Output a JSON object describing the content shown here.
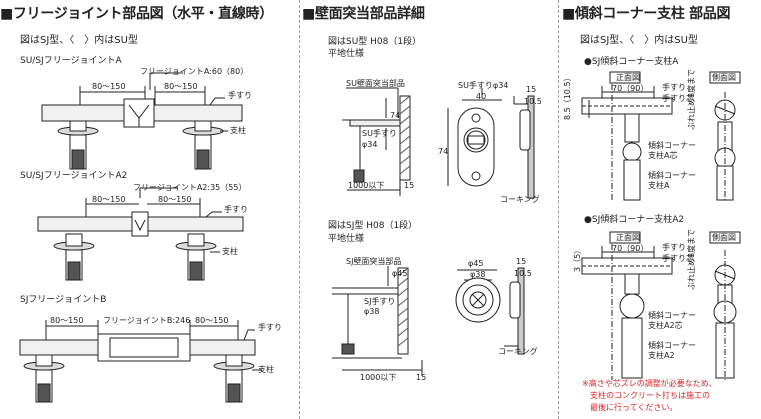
{
  "left": {
    "title": "■フリージョイント部品図（水平・直線時）",
    "note": "図はSJ型、〈　〉内はSU型",
    "a": {
      "name": "SU/SJフリージョイントA",
      "callout": "フリージョイントA:60（80）",
      "dim1": "80～150",
      "dim2": "80～150",
      "handrail": "手すり",
      "post": "支柱"
    },
    "a2": {
      "name": "SU/SJフリージョイントA2",
      "callout": "フリージョイントA2:35（55）",
      "dim1": "80～150",
      "dim2": "80～150",
      "handrail": "手すり",
      "post": "支柱"
    },
    "b": {
      "name": "SJフリージョイントB",
      "dim1": "80～150",
      "callout": "フリージョイントB:246",
      "dim2": "80～150",
      "handrail": "手すり",
      "post": "支柱"
    }
  },
  "middle": {
    "title": "■壁面突当部品詳細",
    "top": {
      "note": "図はSU型 H08（1段）",
      "floor": "平地仕様",
      "part": "SU壁面突当部品",
      "d74a": "74",
      "handrail": "SU手すり",
      "phi34": "φ34",
      "d1000": "1000以下",
      "d15": "15",
      "bracket": "SU手すりφ34",
      "d40": "40",
      "d74b": "74",
      "s15": "15",
      "s10": "10.5",
      "caulk": "コーキング"
    },
    "bottom": {
      "note": "図はSJ型 H08（1段）",
      "floor": "平地仕様",
      "part": "SJ壁面突当部品",
      "d45": "φ45",
      "handrail": "SJ手すり",
      "phi38": "φ38",
      "d1000": "1000以下",
      "d15": "15",
      "phi45": "φ45",
      "phi38b": "φ38",
      "s15": "15",
      "s10": "10.5",
      "caulk": "コーキング"
    }
  },
  "right": {
    "title": "■傾斜コーナー支柱 部品図",
    "note": "図はSJ型、〈　〉内はSU型",
    "a": {
      "name": "●SJ傾斜コーナー支柱A",
      "front": "正面図",
      "side": "側面図",
      "d70": "70（90）",
      "d85": "8.5（10.5）",
      "handrail1": "手すり",
      "handrail2": "手すり芯",
      "slope": "ぶれ止め8度まで",
      "part1": "傾斜コーナー",
      "part2": "支柱A芯",
      "post1": "傾斜コーナー",
      "post2": "支柱A"
    },
    "a2": {
      "name": "●SJ傾斜コーナー支柱A2",
      "front": "正面図",
      "side": "側面図",
      "d70": "70（90）",
      "d3": "3（5）",
      "handrail1": "手すり",
      "handrail2": "手すり芯",
      "slope": "ぶれ止め8度まで",
      "part1": "傾斜コーナー",
      "part2": "支柱A2芯",
      "post1": "傾斜コーナー",
      "post2": "支柱A2"
    },
    "warning": [
      "※高さや芯ズレの調整が必要なため、",
      "　支柱のコンクリート打ちは施工の",
      "　最後に行ってください。"
    ]
  },
  "colors": {
    "line": "#222222",
    "gray": "#9a9a9a",
    "hatch": "#555555",
    "warning": "#dd2222"
  }
}
